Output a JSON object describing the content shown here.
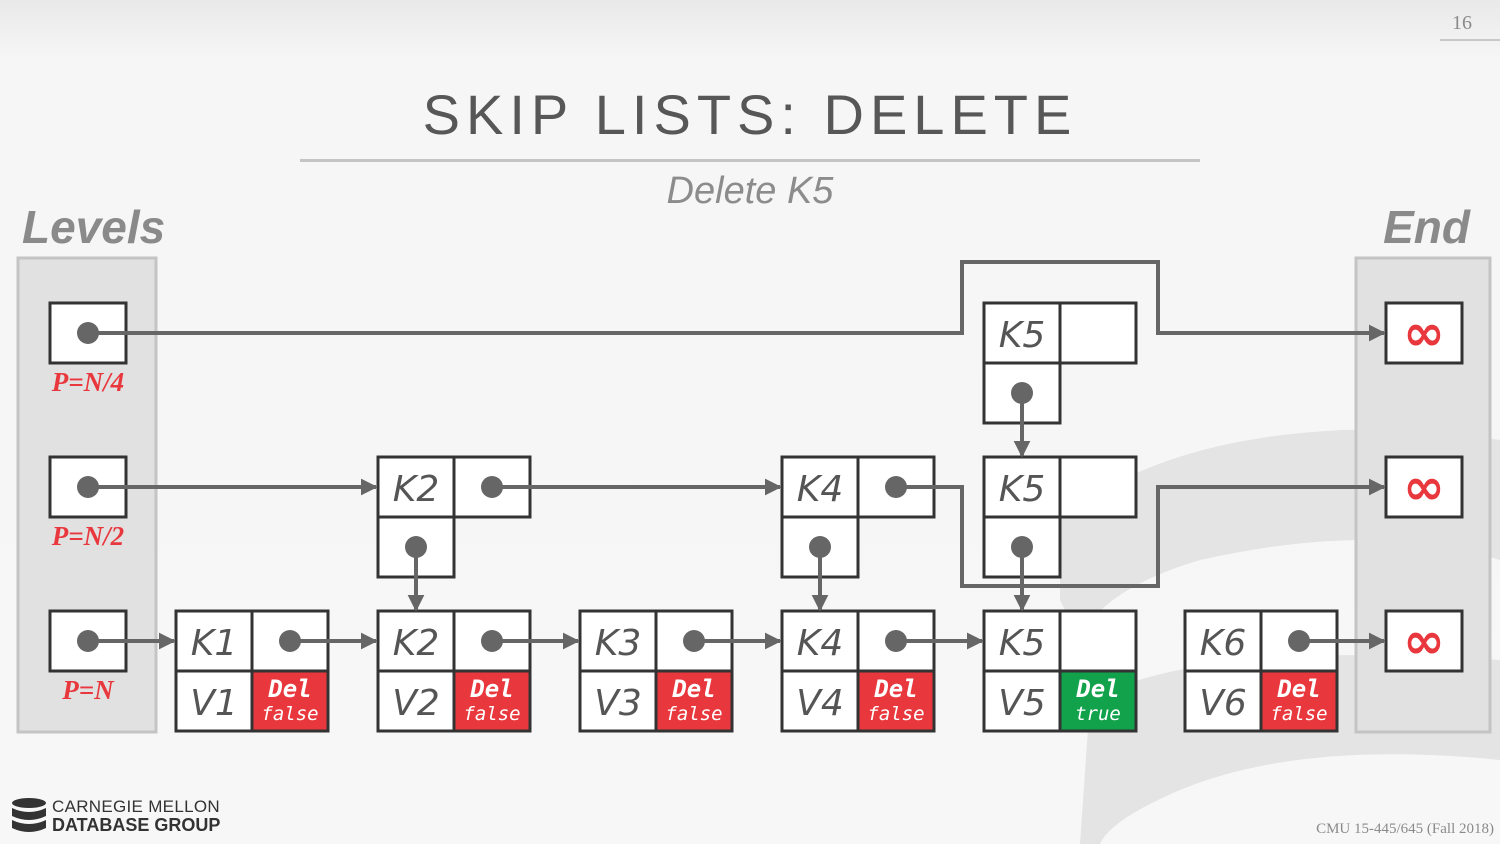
{
  "page_number": "16",
  "title": "SKIP LISTS: DELETE",
  "subtitle": "Delete K5",
  "levels_label": "Levels",
  "end_label": "End",
  "footer": {
    "org_line1": "CARNEGIE MELLON",
    "org_line2": "DATABASE GROUP",
    "course": "CMU 15-445/645 (Fall 2018)"
  },
  "levels": [
    "P=N/4",
    "P=N/2",
    "P=N"
  ],
  "end_symbol": "∞",
  "towers": [
    {
      "key": "K1",
      "value": "V1",
      "del_label": "Del",
      "del_value": "false",
      "height": 1
    },
    {
      "key": "K2",
      "value": "V2",
      "del_label": "Del",
      "del_value": "false",
      "height": 2
    },
    {
      "key": "K3",
      "value": "V3",
      "del_label": "Del",
      "del_value": "false",
      "height": 1
    },
    {
      "key": "K4",
      "value": "V4",
      "del_label": "Del",
      "del_value": "false",
      "height": 2
    },
    {
      "key": "K5",
      "value": "V5",
      "del_label": "Del",
      "del_value": "true",
      "height": 3
    },
    {
      "key": "K6",
      "value": "V6",
      "del_label": "Del",
      "del_value": "false",
      "height": 1
    }
  ],
  "colors": {
    "red": "#e8383d",
    "green": "#12a24b",
    "line": "#666666"
  }
}
